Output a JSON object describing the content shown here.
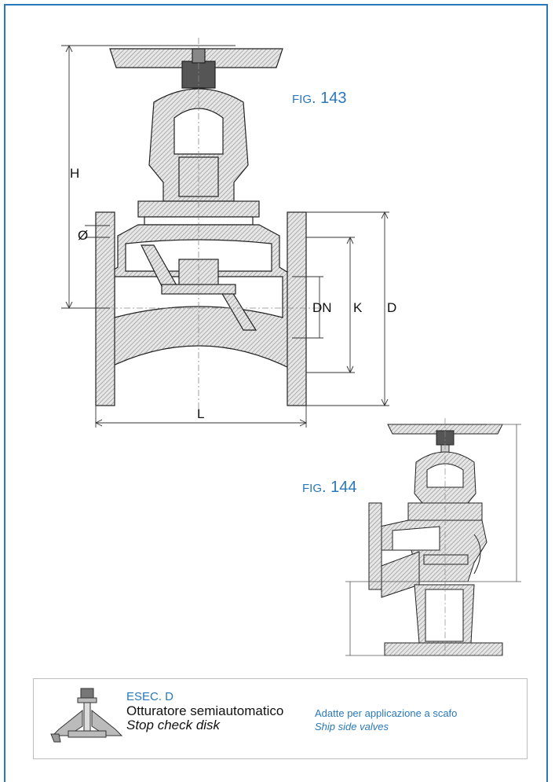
{
  "figure_143": {
    "prefix": "FIG",
    "number": ". 143"
  },
  "figure_144": {
    "prefix": "FIG",
    "number": ". 144"
  },
  "dimensions": {
    "h": "H",
    "phi": "Ø",
    "dn": "DN",
    "k": "K",
    "d": "D",
    "l": "L"
  },
  "legend": {
    "title": "ESEC. D",
    "description_it": "Otturatore semiautomatico",
    "description_en": "Stop check disk",
    "application_it": "Adatte per applicazione a scafo",
    "application_en": "Ship side valves"
  },
  "colors": {
    "accent": "#2a78b9",
    "line": "#222222",
    "hatch": "#9a9a9a"
  }
}
